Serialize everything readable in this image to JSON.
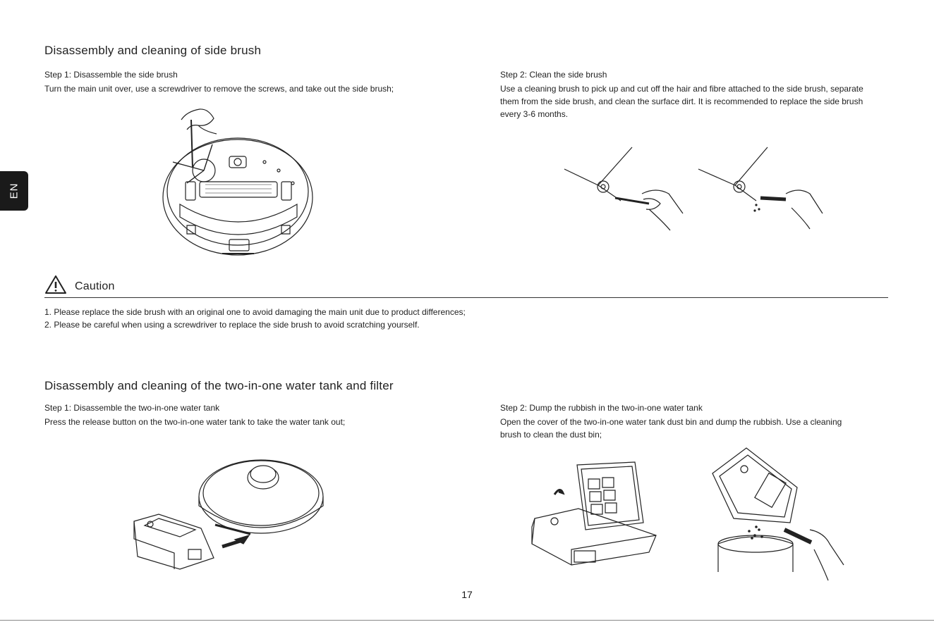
{
  "lang_tab": "EN",
  "section1": {
    "title": "Disassembly and cleaning of side brush",
    "step1": {
      "heading": "Step 1: Disassemble the side brush",
      "text": "Turn the main unit over, use a screwdriver to remove the screws, and take out the side brush;"
    },
    "step2": {
      "heading": "Step 2: Clean the side brush",
      "lines": [
        "Use a cleaning brush to pick up and cut off the hair and fibre attached to the side brush, separate",
        "them from the side brush, and clean the surface dirt. It is recommended to replace the side brush",
        "every 3-6 months."
      ]
    }
  },
  "caution": {
    "label": "Caution",
    "items": [
      "1. Please replace the side brush with an original one to avoid damaging the main unit due to product differences;",
      "2. Please be careful when using a screwdriver to replace the side brush to avoid scratching yourself."
    ]
  },
  "section2": {
    "title": "Disassembly and cleaning of the two-in-one water tank and filter",
    "step1": {
      "heading": "Step 1: Disassemble the two-in-one water tank",
      "text": "Press the release button on the two-in-one water tank to take the water tank out;"
    },
    "step2": {
      "heading": "Step 2: Dump the rubbish in the two-in-one water tank",
      "lines": [
        "Open the cover of the two-in-one water tank dust bin and dump the rubbish. Use a cleaning",
        "brush to clean the dust bin;"
      ]
    }
  },
  "page_number": "17"
}
